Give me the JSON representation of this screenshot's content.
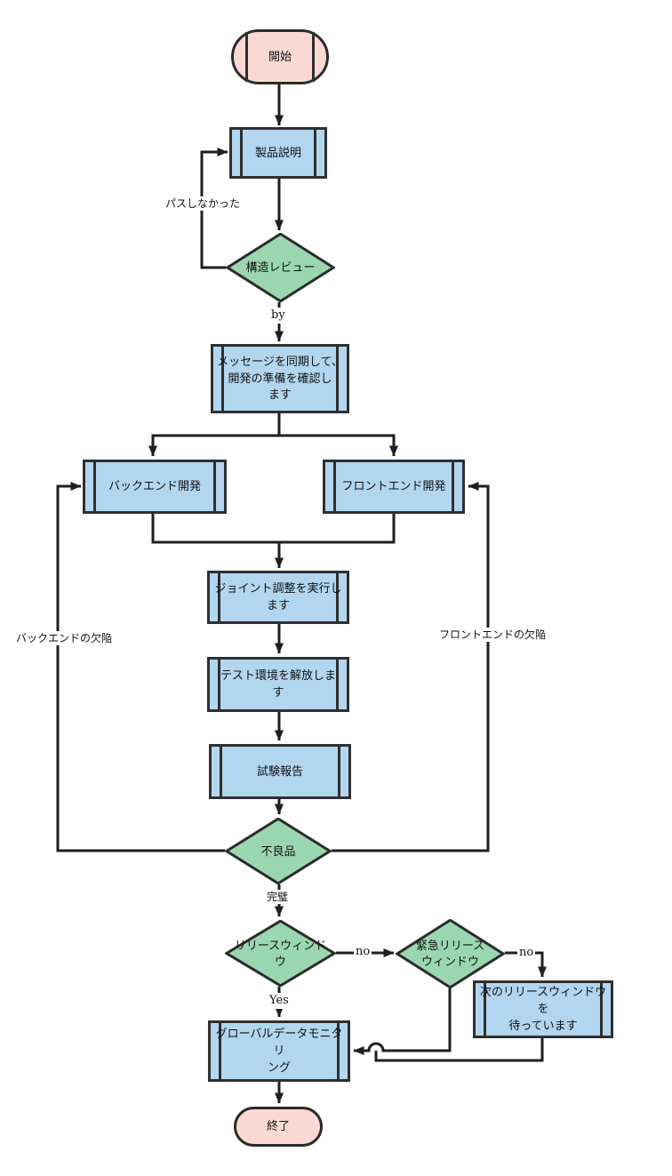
{
  "colors": {
    "terminal_fill": "#fad9d4",
    "process_fill": "#b2d6f0",
    "decision_fill": "#9ad7b0",
    "shape_border": "#2b2b2b",
    "connector_line": "#1f1f1f",
    "background": "#ffffff"
  },
  "nodes": {
    "start": {
      "label": "開始"
    },
    "product_description": {
      "label": "製品説明"
    },
    "structure_review": {
      "label": "構造レビュー"
    },
    "sync_message": {
      "label": "メッセージを同期して、\n開発の準備を確認し\nます"
    },
    "backend_dev": {
      "label": "バックエンド開発"
    },
    "frontend_dev": {
      "label": "フロントエンド開発"
    },
    "joint_adjust": {
      "label": "ジョイント調整を実行し\nます"
    },
    "release_test_env": {
      "label": "テスト環境を解放しま\nす"
    },
    "test_report": {
      "label": "試験報告"
    },
    "defective": {
      "label": "不良品"
    },
    "release_window": {
      "label": "リリースウィンド\nウ"
    },
    "urgent_release_window": {
      "label": "緊急リリース\nウィンドウ"
    },
    "wait_next_window": {
      "label": "次のリリースウィンドウを\n待っています"
    },
    "global_data_monitoring": {
      "label": "グローバルデータモニタリ\nング"
    },
    "end": {
      "label": "終了"
    }
  },
  "edge_labels": {
    "not_passed": "パスしなかった",
    "by": "by",
    "backend_defect": "バックエンドの欠陥",
    "frontend_defect": "フロントエンドの欠陥",
    "perfect": "完璧",
    "no_release": "no",
    "no_urgent": "no",
    "yes": "Yes"
  }
}
